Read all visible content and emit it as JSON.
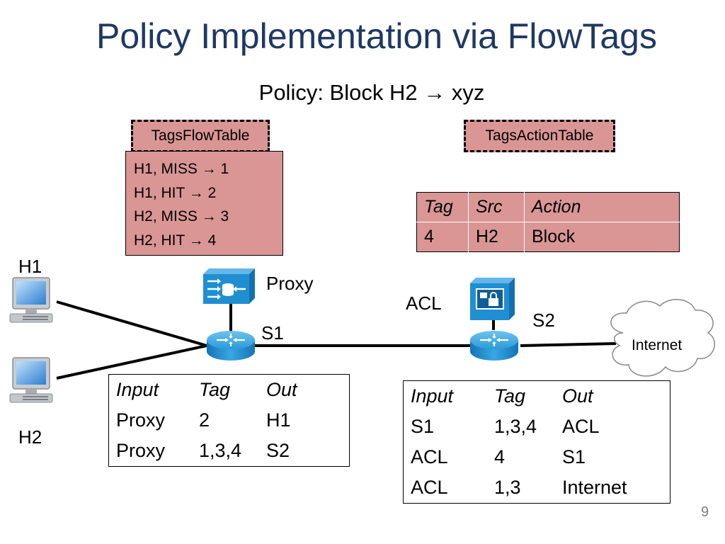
{
  "slide": {
    "title": "Policy Implementation via FlowTags",
    "policy": "Policy:  Block H2 → xyz",
    "page_number": "9"
  },
  "tags_flow_table": {
    "label": "TagsFlowTable",
    "rows": [
      "H1, MISS → 1",
      "H1, HIT → 2",
      "H2, MISS →  3",
      "H2, HIT → 4"
    ]
  },
  "tags_action_table": {
    "label": "TagsActionTable",
    "headers": [
      "Tag",
      "Src",
      "Action"
    ],
    "rows": [
      [
        "4",
        "H2",
        "Block"
      ]
    ]
  },
  "nodes": {
    "h1": "H1",
    "h2": "H2",
    "proxy": "Proxy",
    "acl": "ACL",
    "s1": "S1",
    "s2": "S2",
    "internet": "Internet"
  },
  "s1_table": {
    "headers": [
      "Input",
      "Tag",
      "Out"
    ],
    "rows": [
      [
        "Proxy",
        "2",
        "H1"
      ],
      [
        "Proxy",
        "1,3,4",
        "S2"
      ]
    ]
  },
  "s2_table": {
    "headers": [
      "Input",
      "Tag",
      "Out"
    ],
    "rows": [
      [
        "S1",
        "1,3,4",
        "ACL"
      ],
      [
        "ACL",
        "4",
        "S1"
      ],
      [
        "ACL",
        "1,3",
        "Internet"
      ]
    ]
  },
  "colors": {
    "title": "#1F3864",
    "table_fill": "#D99694",
    "device_blue": "#1F8FD1"
  },
  "icons": {
    "host": "desktop-computer-icon",
    "switch": "router-icon",
    "proxy": "proxy-server-icon",
    "acl": "firewall-icon",
    "internet": "cloud-icon"
  }
}
